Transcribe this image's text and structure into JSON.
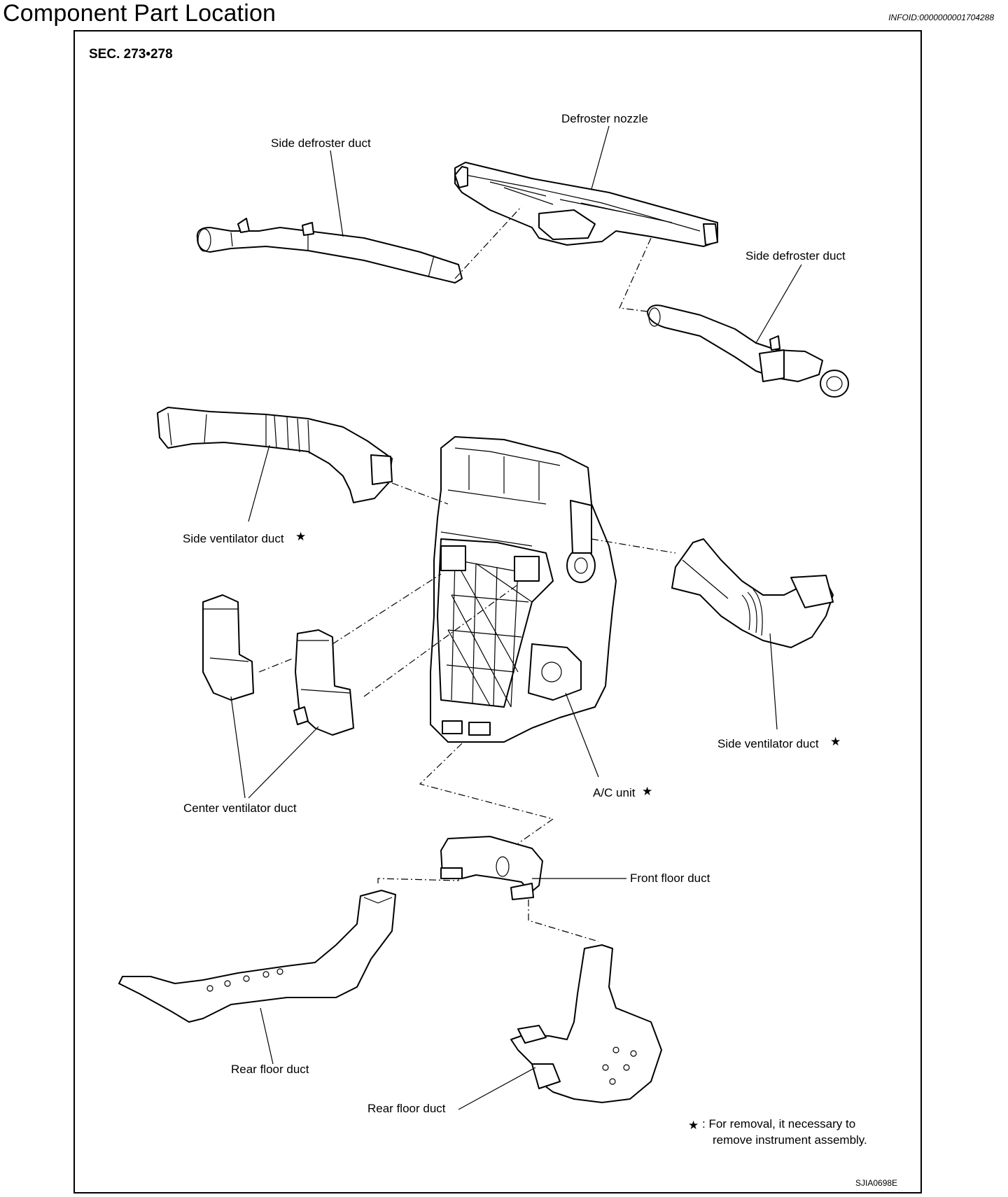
{
  "header": {
    "title": "Component Part Location",
    "info_id": "INFOID:0000000001704288"
  },
  "diagram": {
    "section": "SEC. 273•278",
    "labels": {
      "defroster_nozzle": "Defroster nozzle",
      "side_defroster_duct_left": "Side defroster duct",
      "side_defroster_duct_right": "Side defroster duct",
      "side_ventilator_duct_left": "Side ventilator duct",
      "side_ventilator_duct_right": "Side ventilator duct",
      "center_ventilator_duct": "Center ventilator duct",
      "ac_unit": "A/C unit",
      "front_floor_duct": "Front floor duct",
      "rear_floor_duct_left": "Rear floor duct",
      "rear_floor_duct_right": "Rear floor duct"
    },
    "star": "★",
    "note": {
      "line1": ": For removal, it necessary to",
      "line2": "remove instrument assembly."
    },
    "figure_code": "SJIA0698E"
  }
}
